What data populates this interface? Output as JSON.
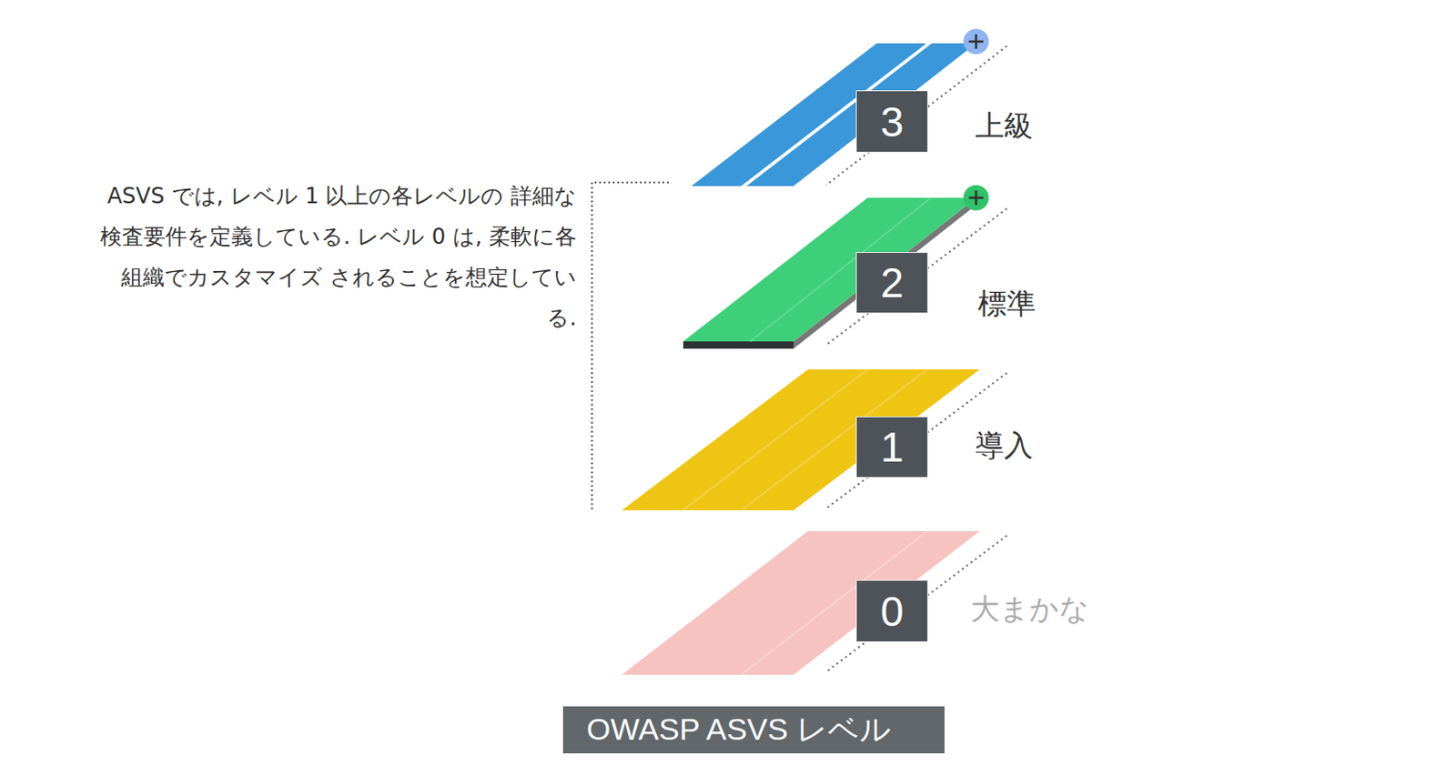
{
  "diagram": {
    "caption": "OWASP ASVS レベル",
    "nodes": [
      {
        "text": [
          "3",
          "上級"
        ]
      },
      {
        "text": [
          "2",
          "標準"
        ]
      },
      {
        "text": [
          "1",
          "導入"
        ]
      },
      {
        "text": [
          "0",
          "大まかな"
        ]
      }
    ],
    "labels": [
      "ASVS では, レベル 1 以上の各レベルの 詳細な検査要件を定義している. レベル 0 は, 柔軟に各組織でカスタマイズ されることを想定している."
    ]
  }
}
